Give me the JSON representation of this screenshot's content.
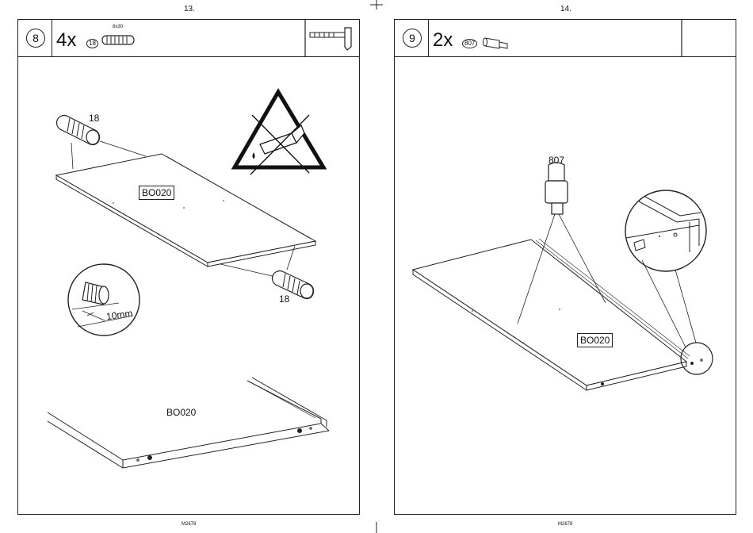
{
  "pages": [
    {
      "page_number": "13.",
      "footer": "M2678",
      "step": "8",
      "quantity": "4x",
      "part_code": "18",
      "part_spec": "8x30",
      "labels": {
        "dowel_top": "18",
        "dowel_bottom": "18",
        "board_top": "BO020",
        "board_bottom": "BO020",
        "depth": "10mm"
      },
      "icons": [
        "dowel-icon",
        "hammer-icon",
        "no-glue-warning-icon"
      ]
    },
    {
      "page_number": "14.",
      "footer": "M2678",
      "step": "9",
      "quantity": "2x",
      "part_code": "807",
      "labels": {
        "cam_pin": "807",
        "board": "BO020"
      },
      "icons": [
        "cam-pin-icon"
      ]
    }
  ]
}
